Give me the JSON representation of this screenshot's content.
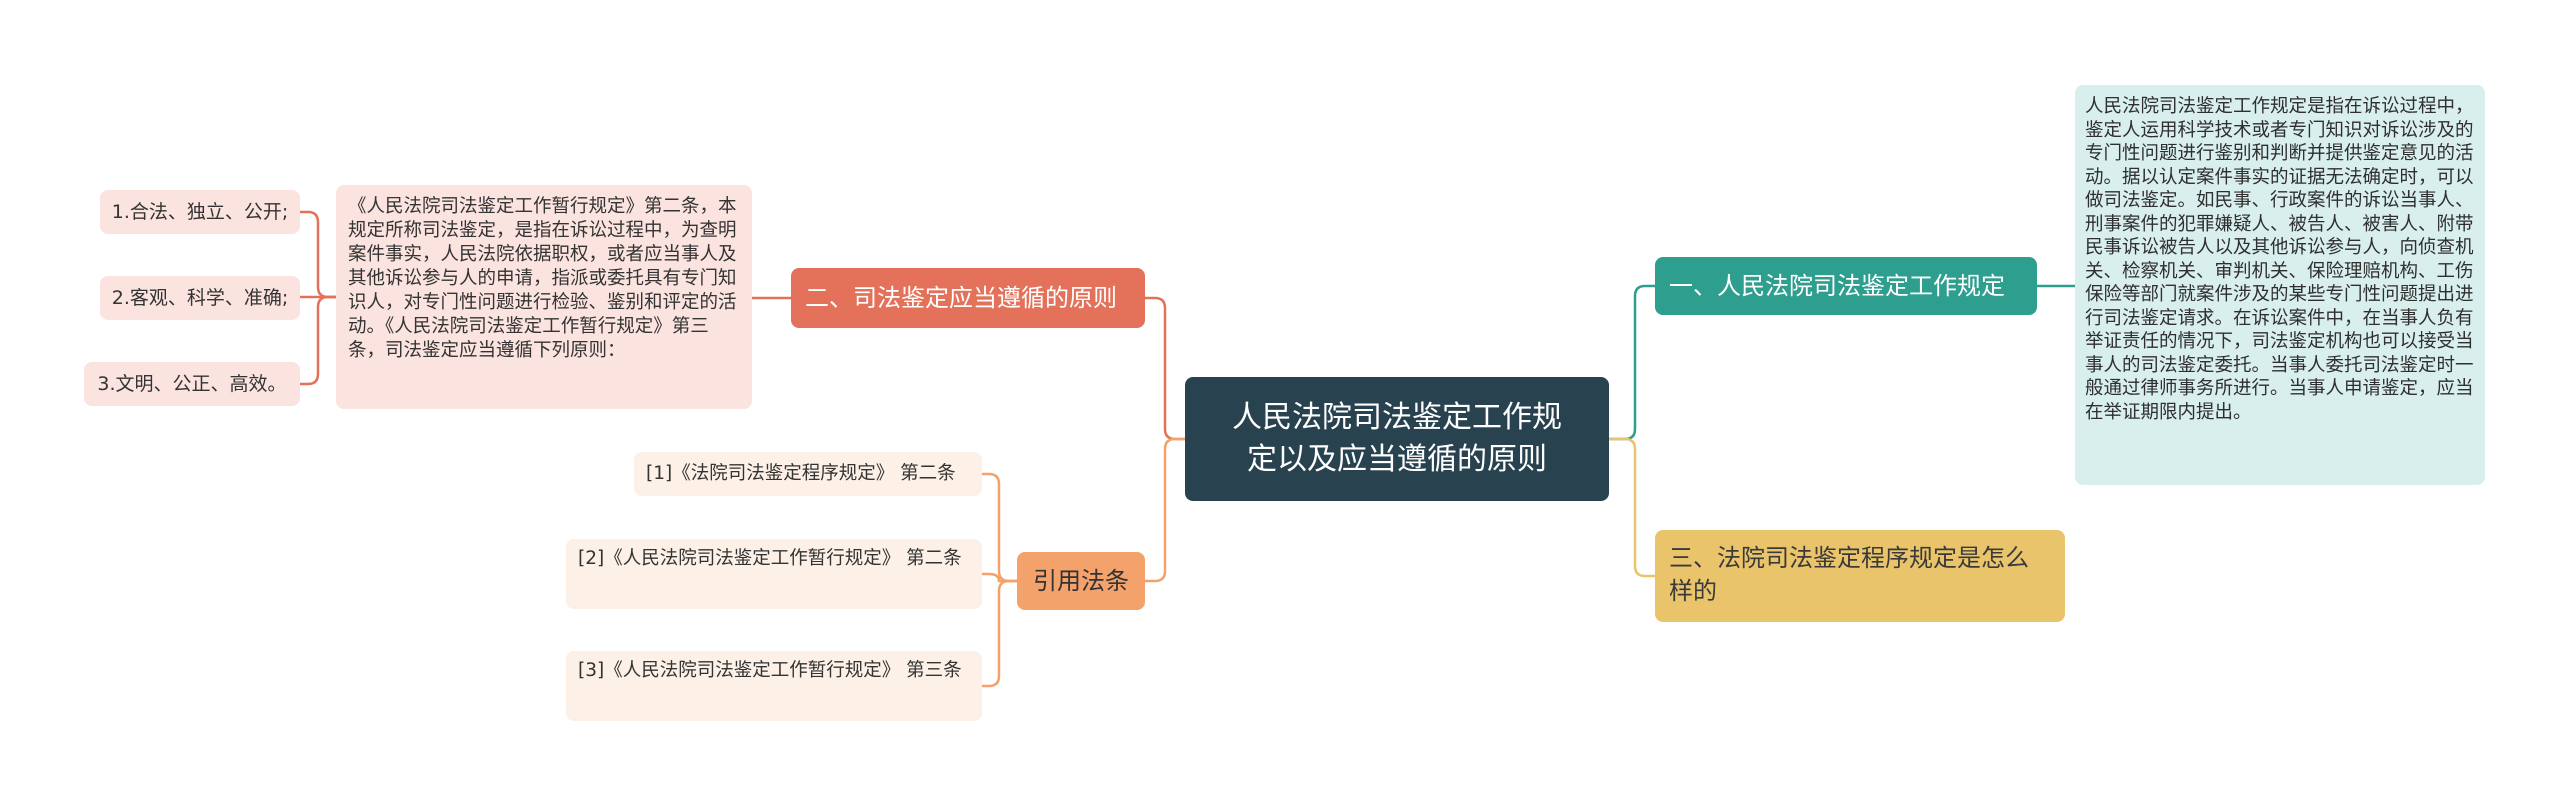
{
  "central_topic": "人民法院司法鉴定工作规\n定以及应当遵循的原则",
  "branch_1": {
    "label": "一、人民法院司法鉴定工作规定",
    "detail": "人民法院司法鉴定工作规定是指在诉讼过程中，鉴定人运用科学技术或者专门知识对诉讼涉及的专门性问题进行鉴别和判断并提供鉴定意见的活动。据以认定案件事实的证据无法确定时，可以做司法鉴定。如民事、行政案件的诉讼当事人、刑事案件的犯罪嫌疑人、被告人、被害人、附带民事诉讼被告人以及其他诉讼参与人，向侦查机关、检察机关、审判机关、保险理赔机构、工伤保险等部门就案件涉及的某些专门性问题提出进行司法鉴定请求。在诉讼案件中，在当事人负有举证责任的情况下，司法鉴定机构也可以接受当事人的司法鉴定委托。当事人委托司法鉴定时一般通过律师事务所进行。当事人申请鉴定，应当在举证期限内提出。"
  },
  "branch_2": {
    "label": "二、司法鉴定应当遵循的原则",
    "detail": "《人民法院司法鉴定工作暂行规定》第二条，本规定所称司法鉴定，是指在诉讼过程中，为查明案件事实，人民法院依据职权，或者应当事人及其他诉讼参与人的申请，指派或委托具有专门知识人，对专门性问题进行检验、鉴别和评定的活动。《人民法院司法鉴定工作暂行规定》第三条，司法鉴定应当遵循下列原则：",
    "principles": [
      "1.合法、独立、公开;",
      "2.客观、科学、准确;",
      "3.文明、公正、高效。"
    ]
  },
  "branch_3": {
    "label": "三、法院司法鉴定程序规定是怎么样的"
  },
  "branch_4": {
    "label": "引用法条",
    "references": [
      "[1]《法院司法鉴定程序规定》 第二条",
      "[2]《人民法院司法鉴定工作暂行规定》 第二条",
      "[3]《人民法院司法鉴定工作暂行规定》 第三条"
    ]
  },
  "colors": {
    "central": "#28434f",
    "branch_1": "#2e9e8f",
    "branch_1_leaf": "#d8efee",
    "branch_2": "#e4725a",
    "branch_2_leaf": "#fbe3df",
    "branch_3": "#e9c46a",
    "branch_4": "#f2a26a",
    "branch_4_leaf": "#fdf0e6"
  }
}
